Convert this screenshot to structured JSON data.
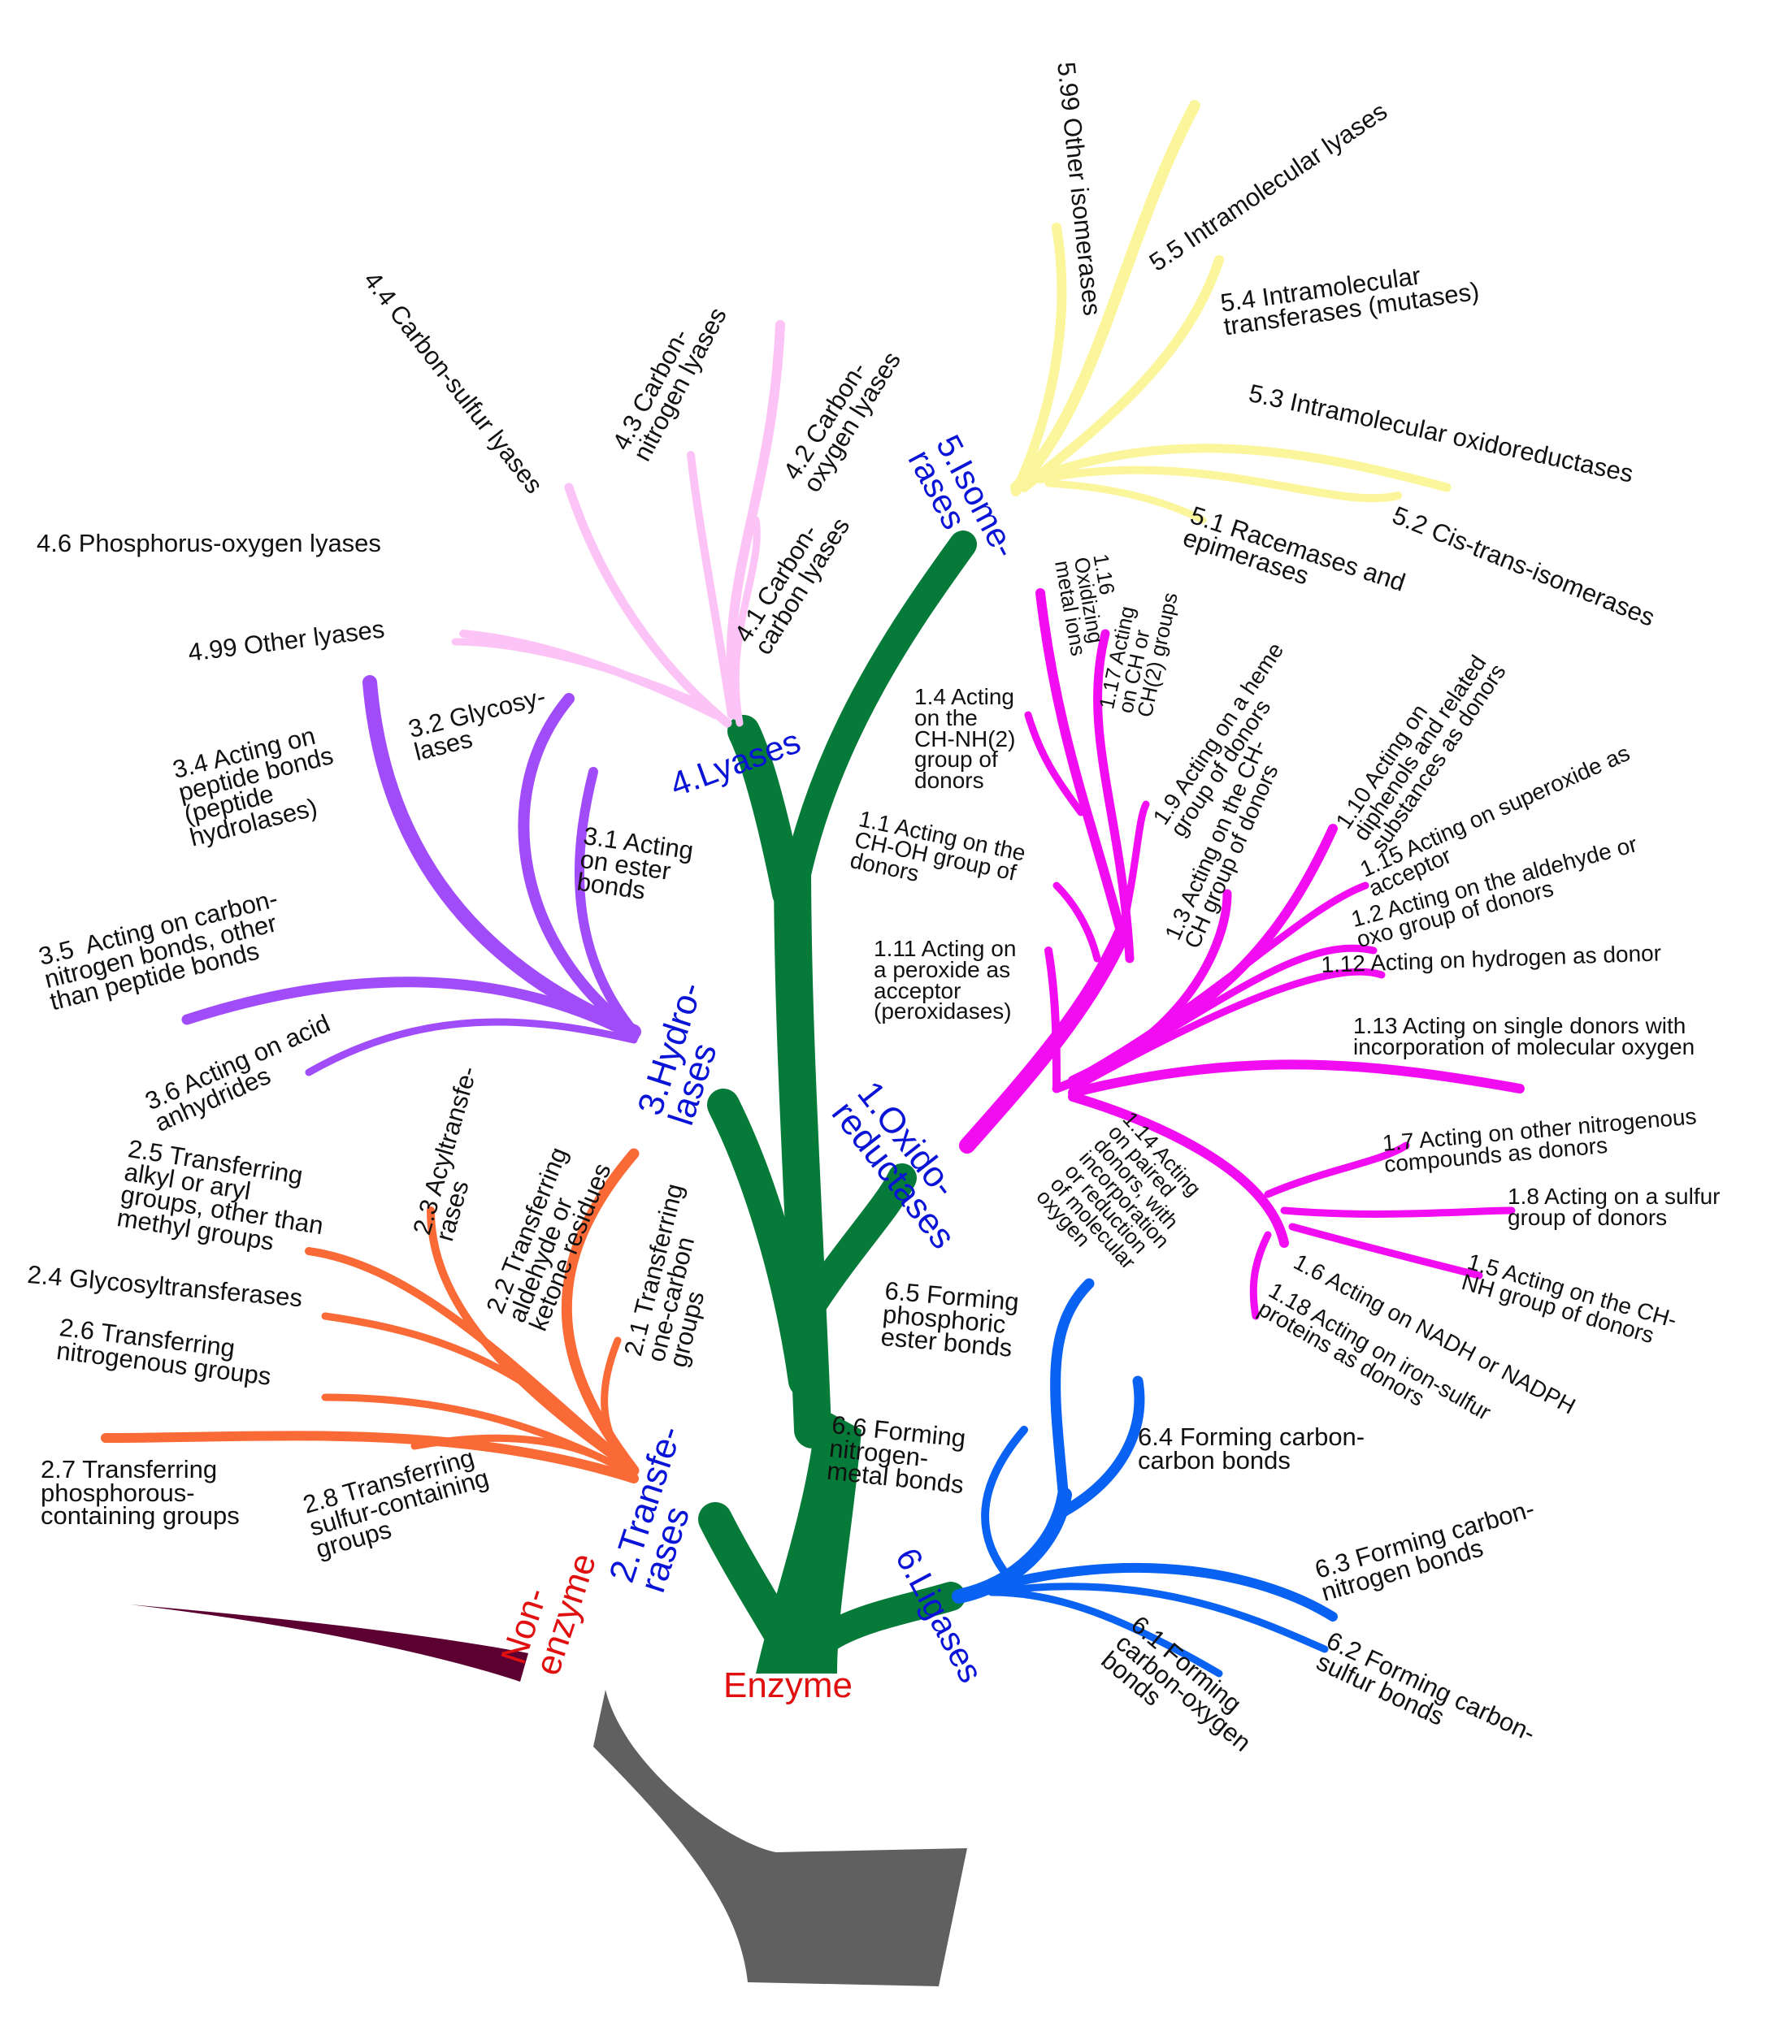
{
  "diagram": {
    "root_labels": {
      "enzyme": "Enzyme",
      "non_enzyme": "Non-\nenzyme"
    },
    "classes": {
      "c1": "1.Oxido-\nreductases",
      "c2": "2.Transfe-\nrases",
      "c3": "3.Hydro-\nlases",
      "c4": "4.Lyases",
      "c5": "5.Isome-\nrases",
      "c6": "6.Ligases"
    },
    "subclasses": {
      "s1_1": "1.1 Acting on the\nCH-OH group of\ndonors",
      "s1_2": "1.2 Acting on the aldehyde or\noxo group of donors",
      "s1_3": "1.3 Acting on the CH-\nCH group of donors",
      "s1_4": "1.4 Acting\non the\nCH-NH(2)\ngroup of\ndonors",
      "s1_5": "1.5 Acting on the CH-\nNH group of donors",
      "s1_6": "1.6 Acting on NADH or NADPH",
      "s1_7": "1.7 Acting on other nitrogenous\ncompounds as donors",
      "s1_8": "1.8 Acting on a sulfur\ngroup of donors",
      "s1_9": "1.9 Acting on a heme\ngroup of donors",
      "s1_10": "1.10 Acting on\ndiphenols and related\nsubstances as donors",
      "s1_11": "1.11 Acting on\na peroxide as\nacceptor\n(peroxidases)",
      "s1_12": "1.12 Acting on hydrogen as donor",
      "s1_13": "1.13 Acting on single donors with\nincorporation of molecular oxygen",
      "s1_14": "1.14 Acting\non paired\ndonors, with\nincorporation\nor reduction\nof molecular\noxygen",
      "s1_15": "1.15 Acting on superoxide as\nacceptor",
      "s1_16": "1.16\nOxidizing\nmetal ions",
      "s1_17": "1.17 Acting\non CH or\nCH(2) groups",
      "s1_18": "1.18 Acting on iron-sulfur\nproteins as donors",
      "s2_1": "2.1 Transferring\none-carbon\ngroups",
      "s2_2": "2.2 Transferring\naldehyde or\nketone residues",
      "s2_3": "2.3 Acyltransfe-\nrases",
      "s2_4": "2.4 Glycosyltransferases",
      "s2_5": "2.5 Transferring\nalkyl or aryl\ngroups, other than\nmethyl groups",
      "s2_6": "2.6 Transferring\nnitrogenous groups",
      "s2_7": "2.7 Transferring\nphosphorous-\ncontaining groups",
      "s2_8": "2.8 Transferring\nsulfur-containing\ngroups",
      "s3_1": "3.1 Acting\non ester\nbonds",
      "s3_2": "3.2 Glycosy-\nlases",
      "s3_4": "3.4 Acting on\npeptide bonds\n(peptide\nhydrolases)",
      "s3_5": "3.5  Acting on carbon-\nnitrogen bonds, other\nthan peptide bonds",
      "s3_6": "3.6 Acting on acid\nanhydrides",
      "s4_1": "4.1 Carbon-\ncarbon lyases",
      "s4_2": "4.2 Carbon-\noxygen lyases",
      "s4_3": "4.3 Carbon-\nnitrogen lyases",
      "s4_4": "4.4 Carbon-sulfur lyases",
      "s4_6": "4.6 Phosphorus-oxygen lyases",
      "s4_99": "4.99 Other lyases",
      "s5_1": "5.1 Racemases and\nepimerases",
      "s5_2": "5.2 Cis-trans-isomerases",
      "s5_3": "5.3 Intramolecular oxidoreductases",
      "s5_4": "5.4 Intramolecular\ntransferases (mutases)",
      "s5_5": "5.5 Intramolecular lyases",
      "s5_99": "5.99 Other isomerases",
      "s6_1": "6.1 Forming\ncarbon-oxygen\nbonds",
      "s6_2": "6.2 Forming carbon-\nsulfur bonds",
      "s6_3": "6.3 Forming carbon-\nnitrogen bonds",
      "s6_4": "6.4 Forming carbon-\ncarbon bonds",
      "s6_5": "6.5 Forming\nphosphoric\nester bonds",
      "s6_6": "6.6 Forming\nnitrogen-\nmetal bonds"
    },
    "colors": {
      "trunk": "#606060",
      "green": "#067a38",
      "non_enzyme": "#5c0032",
      "oxidoreductases": "#f20cf2",
      "transferases": "#f96a36",
      "hydrolases": "#a14cf9",
      "lyases": "#fcc4f6",
      "isomerases": "#fbf69b",
      "ligases": "#0a62f2",
      "class_text": "#0a14d6",
      "root_text": "#e01010"
    }
  }
}
